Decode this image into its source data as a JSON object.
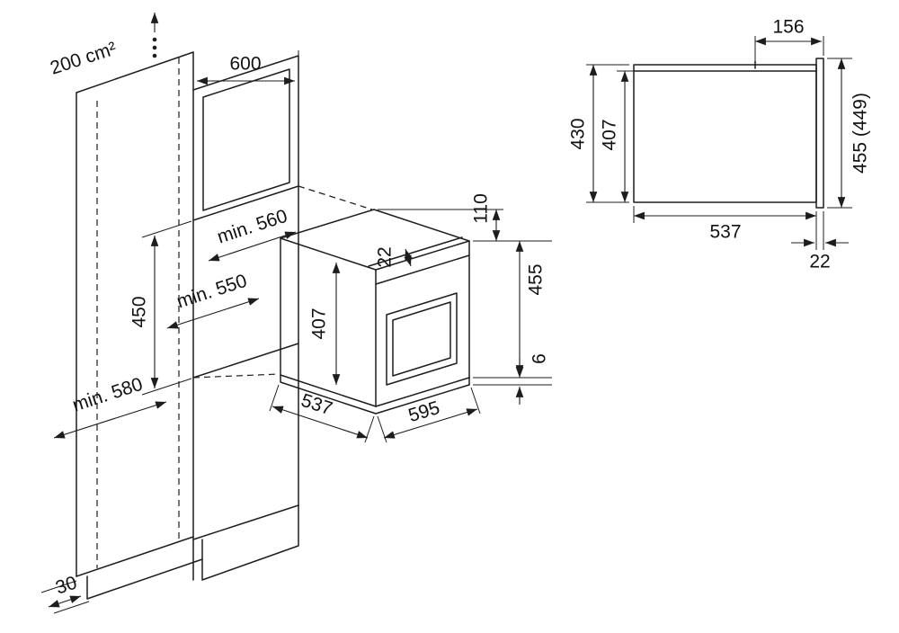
{
  "drawing": {
    "cabinet": {
      "vent_area": "200 cm²",
      "top_depth": "600",
      "niche_depth": "min. 560",
      "niche_height": "450",
      "mid_depth": "min. 550",
      "base_depth": "min. 580",
      "plinth_recess": "30"
    },
    "oven": {
      "top_frame": "22",
      "top_clearance": "110",
      "front_height": "455",
      "body_height": "407",
      "bottom_gap": "6",
      "body_depth": "537",
      "front_width": "595"
    },
    "side_view": {
      "top_inset": "156",
      "niche_height": "430",
      "body_height": "407",
      "total_height": "455 (449)",
      "body_depth": "537",
      "door_thickness": "22"
    }
  }
}
